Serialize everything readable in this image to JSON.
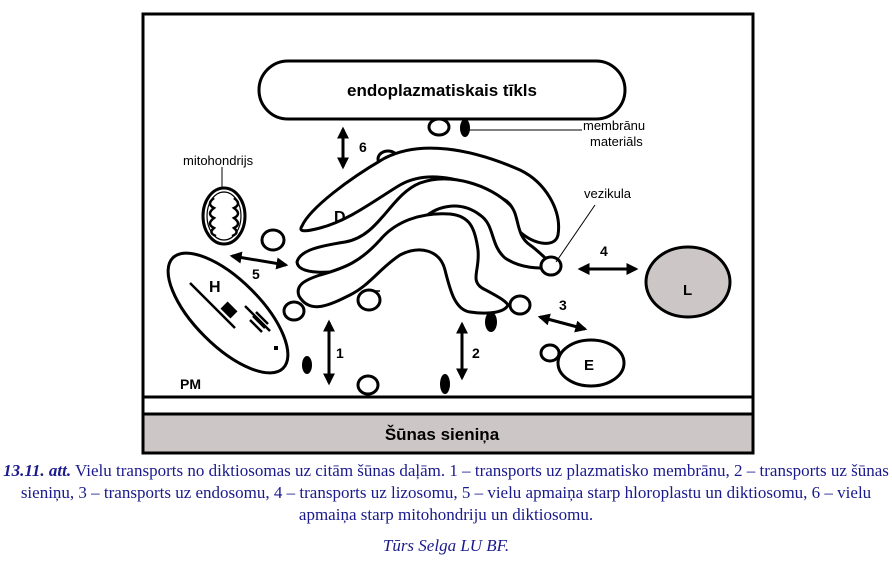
{
  "diagram": {
    "er_label": "endoplazmatiskais tīkls",
    "membrane_material_label_line1": "membrānu",
    "membrane_material_label_line2": "materiāls",
    "mitochondrion_label": "mitohondrijs",
    "vesicle_label": "vezikula",
    "dictyosome_letter": "D",
    "chloroplast_letter": "H",
    "lysosome_letter": "L",
    "endosome_letter": "E",
    "plasma_membrane_label": "PM",
    "cell_wall_label": "Šūnas sieniņa",
    "arrow_numbers": [
      "1",
      "2",
      "3",
      "4",
      "5",
      "6"
    ],
    "colors": {
      "lysosome_fill": "#cdc6c6",
      "cell_wall_fill": "#cdc6c6",
      "caption_text": "#1a1a8c"
    }
  },
  "caption": {
    "lead": "13.11. att.",
    "text": " Vielu transports no diktiosomas uz citām šūnas daļām. 1 – transports uz plazmatisko membrānu, 2 – transports uz šūnas sieniņu, 3 – transports uz endosomu, 4 – transports uz lizosomu, 5 – vielu apmaiņa starp hloroplastu un diktiosomu, 6 – vielu apmaiņa starp mitohondriju un diktiosomu."
  },
  "credit": "Tūrs Selga LU BF."
}
